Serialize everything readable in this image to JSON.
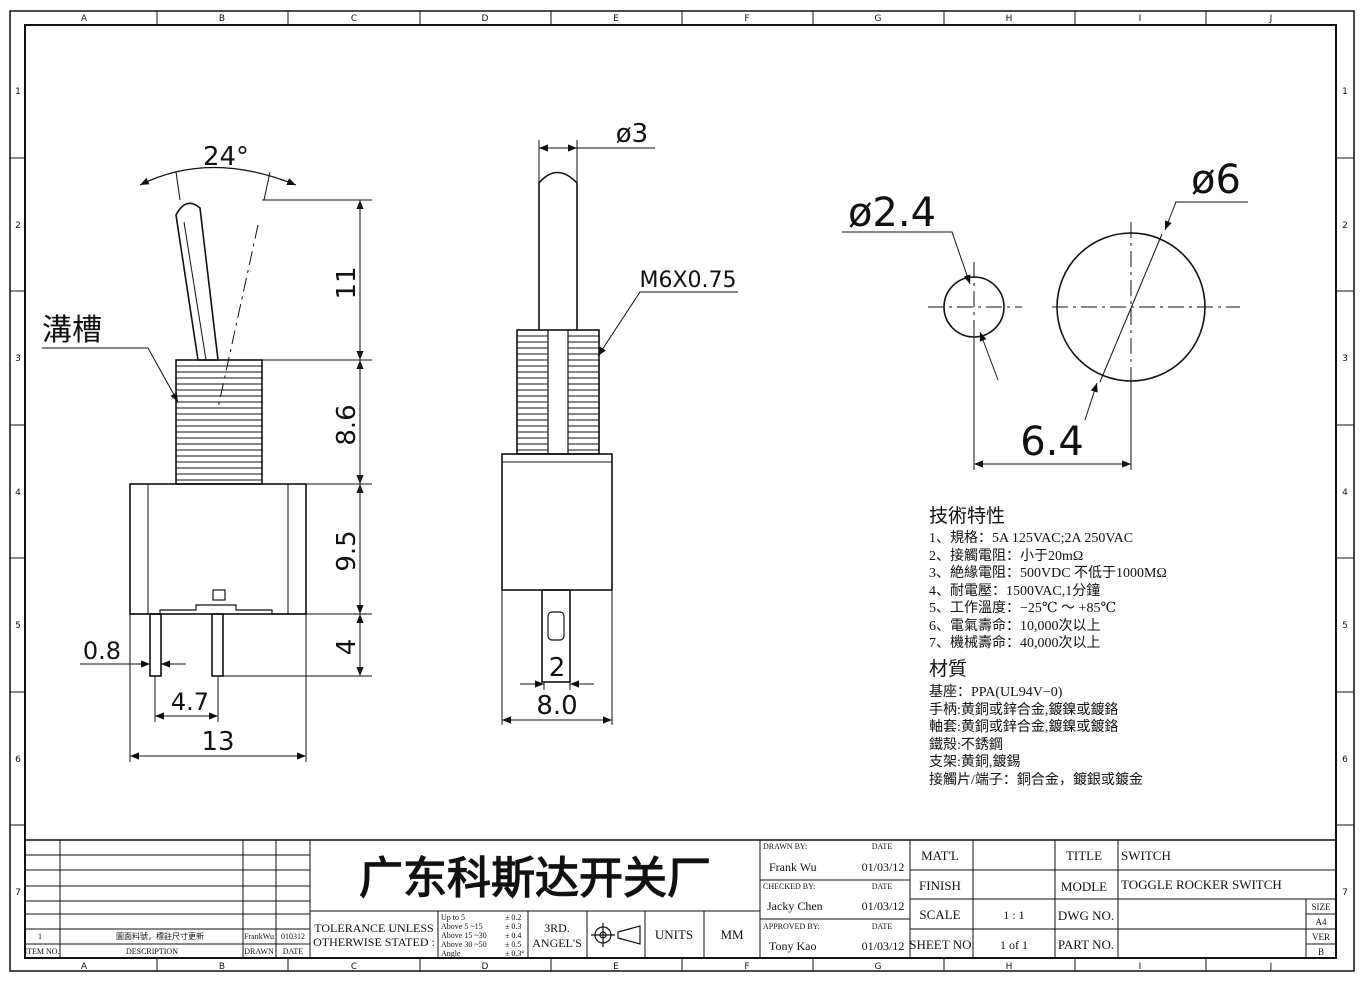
{
  "border": {
    "columns": [
      "A",
      "B",
      "C",
      "D",
      "E",
      "F",
      "G",
      "H",
      "I",
      "J"
    ],
    "rows": [
      "1",
      "2",
      "3",
      "4",
      "5",
      "6",
      "7"
    ]
  },
  "views": {
    "side": {
      "angle": "24°",
      "groove_label": "溝槽",
      "dims": {
        "lever": "11",
        "bushing": "8.6",
        "body": "9.5",
        "terminal": "4",
        "pin_thick": "0.8",
        "pin_pitch": "4.7",
        "width": "13"
      }
    },
    "front": {
      "lever_dia": "ø3",
      "thread": "M6X0.75",
      "slot": "2",
      "width": "8.0"
    },
    "panel": {
      "small_hole": "ø2.4",
      "large_hole": "ø6",
      "spacing": "6.4"
    }
  },
  "specs": {
    "tech_title": "技術特性",
    "tech": [
      "1、規格：5A 125VAC;2A 250VAC",
      "2、接觸電阻：小于20mΩ",
      "3、絶緣電阻：500VDC 不低于1000MΩ",
      "4、耐電壓：1500VAC,1分鐘",
      "5、工作溫度：−25℃ ～ +85℃",
      "6、電氣壽命：10,000次以上",
      "7、機械壽命：40,000次以上"
    ],
    "mat_title": "材質",
    "materials": [
      "基座：PPA(UL94V−0)",
      "手柄:黄銅或鋅合金,鍍鎳或鍍鉻",
      "軸套:黄銅或鋅合金,鍍鎳或鍍鉻",
      "鐵殻:不銹鋼",
      "支架:黄銅,鍍錫",
      "接觸片/端子：銅合金，鍍銀或鍍金"
    ]
  },
  "title_block": {
    "company": "广东科斯达开关厂",
    "revision": {
      "item": "1",
      "description": "圖面料號，標註尺寸更新",
      "by": "FrankWu",
      "date": "010312",
      "h_item": "ITEM NO.",
      "h_desc": "DESCRIPTION",
      "h_drawn": "DRAWN",
      "h_date": "DATE"
    },
    "tolerance": {
      "label1": "TOLERANCE UNLESS",
      "label2": "OTHERWISE STATED :",
      "ranges": [
        "Up to 5",
        "Above 5 ~15",
        "Above 15 ~30",
        "Above 30 ~50",
        "Angle"
      ],
      "values": [
        "± 0.2",
        "± 0.3",
        "± 0.4",
        "± 0.5",
        "± 0.3°"
      ]
    },
    "projection": {
      "line1": "3RD.",
      "line2": "ANGEL'S"
    },
    "units_label": "UNITS",
    "units_value": "MM",
    "signatures": [
      {
        "role": "DRAWN BY:",
        "name": "Frank Wu",
        "date_label": "DATE",
        "date": "01/03/12"
      },
      {
        "role": "CHECKED BY:",
        "name": "Jacky Chen",
        "date_label": "DATE",
        "date": "01/03/12"
      },
      {
        "role": "APPROVED BY:",
        "name": "Tony Kao",
        "date_label": "DATE",
        "date": "01/03/12"
      }
    ],
    "mat_label": "MAT'L",
    "mat_value": "",
    "finish_label": "FINISH",
    "finish_value": "",
    "scale_label": "SCALE",
    "scale_value": "1 : 1",
    "sheet_label": "SHEET NO.",
    "sheet_value": "1 of 1",
    "title_label": "TITLE",
    "title_value": "SWITCH",
    "model_label": "MODLE",
    "model_value": "TOGGLE ROCKER SWITCH",
    "dwg_label": "DWG NO.",
    "dwg_value": "",
    "part_label": "PART NO.",
    "part_value": "",
    "size_label": "SIZE",
    "size_value": "A4",
    "ver_label": "VER",
    "ver_value": "B"
  }
}
